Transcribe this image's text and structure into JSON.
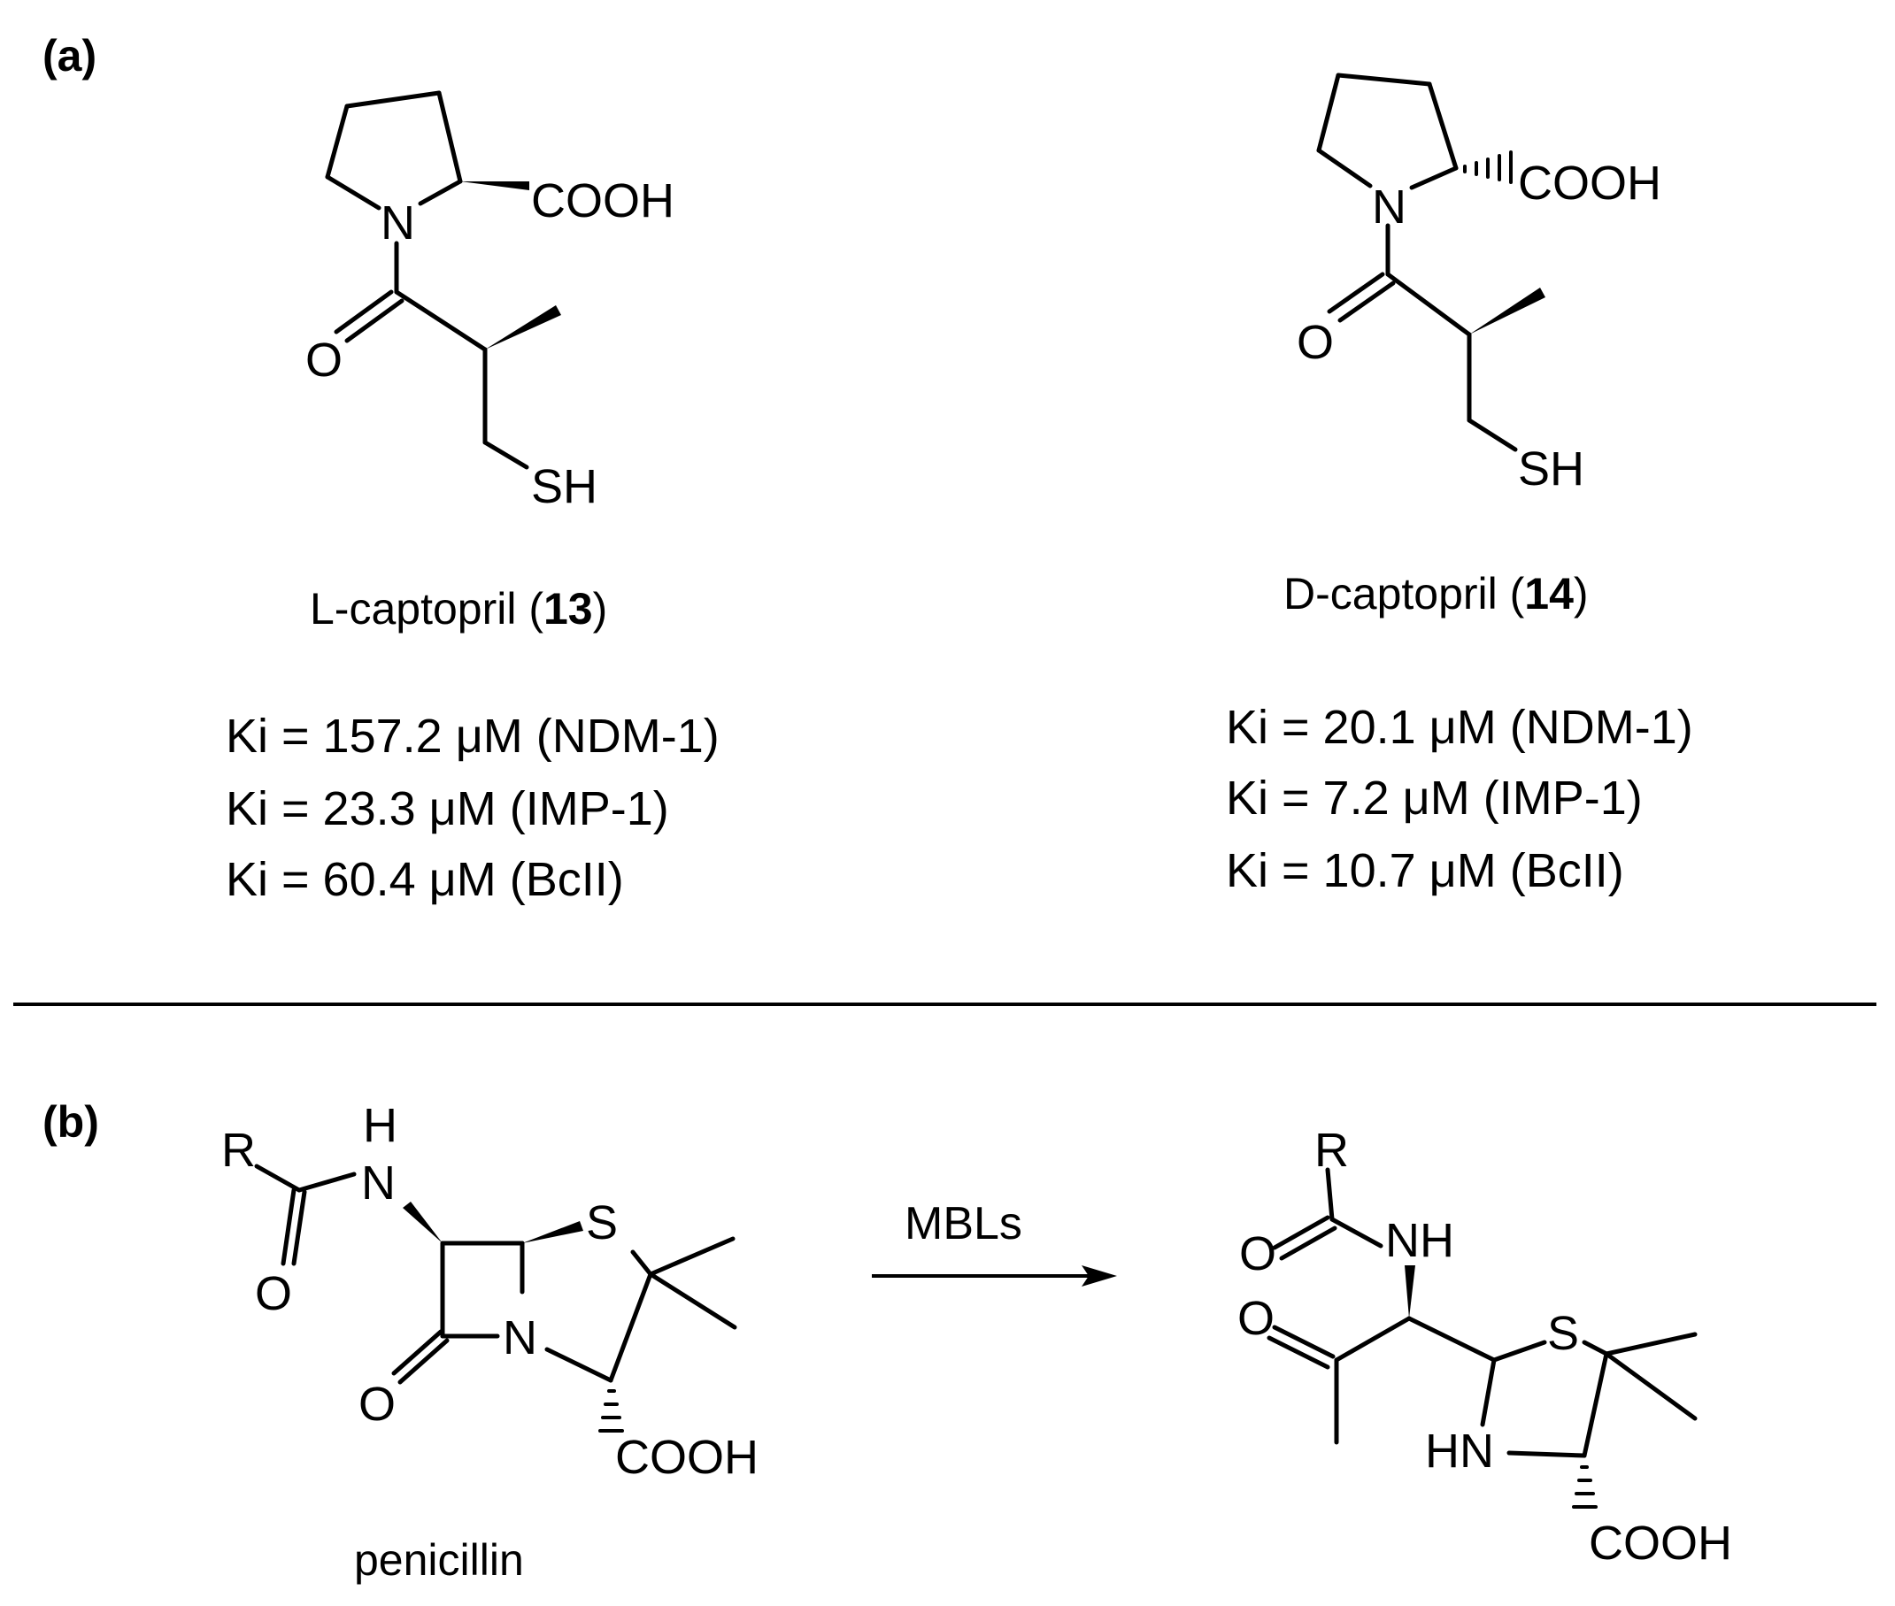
{
  "panel_a": {
    "label": "(a)",
    "compound_13": {
      "name_prefix": "L-captopril (",
      "number": "13",
      "name_suffix": ")",
      "atoms": {
        "N": "N",
        "O": "O",
        "COOH": "COOH",
        "SH": "SH"
      },
      "ki_lines": [
        "Ki = 157.2 μM (NDM-1)",
        "Ki = 23.3 μM (IMP-1)",
        "Ki = 60.4 μM (BcII)"
      ]
    },
    "compound_14": {
      "name_prefix": "D-captopril (",
      "number": "14",
      "name_suffix": ")",
      "atoms": {
        "N": "N",
        "O": "O",
        "COOH": "COOH",
        "SH": "SH"
      },
      "ki_lines": [
        "Ki = 20.1 μM (NDM-1)",
        "Ki = 7.2 μM (IMP-1)",
        "Ki = 10.7 μM (BcII)"
      ]
    }
  },
  "panel_b": {
    "label": "(b)",
    "penicillin": {
      "name": "penicillin",
      "atoms": {
        "R": "R",
        "H": "H",
        "N_amide": "N",
        "O_amide": "O",
        "S": "S",
        "N_ring": "N",
        "O_lactam": "O",
        "COOH": "COOH"
      }
    },
    "arrow_label": "MBLs",
    "product": {
      "atoms": {
        "R": "R",
        "O_amide": "O",
        "NH": "NH",
        "O_ketone": "O",
        "S": "S",
        "HN": "HN",
        "COOH": "COOH"
      }
    }
  },
  "colors": {
    "ink": "#000000",
    "background": "#ffffff"
  }
}
